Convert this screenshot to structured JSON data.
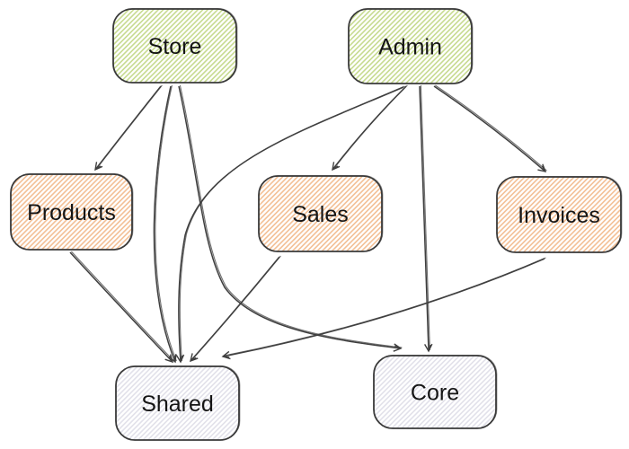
{
  "diagram": {
    "type": "dependency-graph",
    "background_color": "#ffffff",
    "edge_color": "#3f3f3f",
    "node_border_color": "#3a3a3a",
    "label_color": "#151515",
    "palette": {
      "entry_hatch": "#c7db91",
      "module_hatch": "#f3c096",
      "base_hatch": "#e2e1ea"
    },
    "nodes": [
      {
        "id": "store",
        "label": "Store",
        "category": "entry"
      },
      {
        "id": "admin",
        "label": "Admin",
        "category": "entry"
      },
      {
        "id": "products",
        "label": "Products",
        "category": "module"
      },
      {
        "id": "sales",
        "label": "Sales",
        "category": "module"
      },
      {
        "id": "invoices",
        "label": "Invoices",
        "category": "module"
      },
      {
        "id": "shared",
        "label": "Shared",
        "category": "base"
      },
      {
        "id": "core",
        "label": "Core",
        "category": "base"
      }
    ],
    "edges": [
      {
        "from": "store",
        "to": "products"
      },
      {
        "from": "store",
        "to": "shared"
      },
      {
        "from": "store",
        "to": "core"
      },
      {
        "from": "admin",
        "to": "sales"
      },
      {
        "from": "admin",
        "to": "invoices"
      },
      {
        "from": "admin",
        "to": "shared"
      },
      {
        "from": "admin",
        "to": "core"
      },
      {
        "from": "products",
        "to": "shared"
      },
      {
        "from": "sales",
        "to": "shared"
      },
      {
        "from": "invoices",
        "to": "shared"
      }
    ]
  }
}
